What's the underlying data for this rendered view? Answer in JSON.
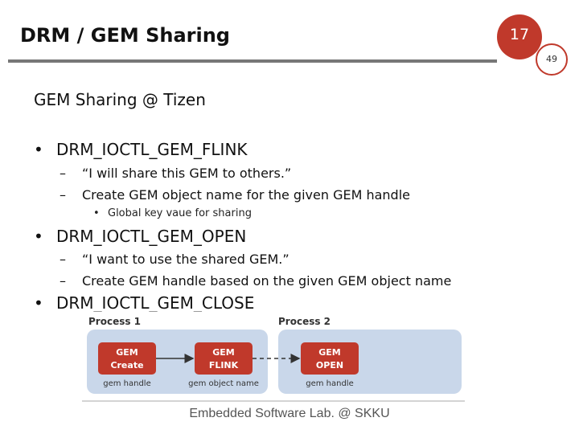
{
  "slide": {
    "title": "DRM / GEM Sharing",
    "page_number": "17",
    "total_pages": "49",
    "subtitle": "GEM Sharing @ Tizen",
    "bullets": [
      {
        "text": "DRM_IOCTL_GEM_FLINK",
        "subs": [
          "“I will share this GEM to others.”",
          "Create GEM object name for the given GEM handle"
        ],
        "subsub": "Global key vaue for sharing"
      },
      {
        "text": "DRM_IOCTL_GEM_OPEN",
        "subs": [
          "“I want to use the shared GEM.”",
          "Create GEM handle based on the given GEM object name"
        ]
      },
      {
        "text": "DRM_IOCTL_GEM_CLOSE"
      }
    ],
    "footer": "Embedded Software Lab. @ SKKU"
  },
  "diagram": {
    "process1": "Process 1",
    "process2": "Process 2",
    "boxes": [
      {
        "line1": "GEM",
        "line2": "Create",
        "caption": "gem handle"
      },
      {
        "line1": "GEM",
        "line2": "FLINK",
        "caption": "gem object name"
      },
      {
        "line1": "GEM",
        "line2": "OPEN",
        "caption": "gem handle"
      }
    ],
    "colors": {
      "box": "#c0392b",
      "panel": "#c9d7ea",
      "accent": "#c0392b"
    }
  }
}
